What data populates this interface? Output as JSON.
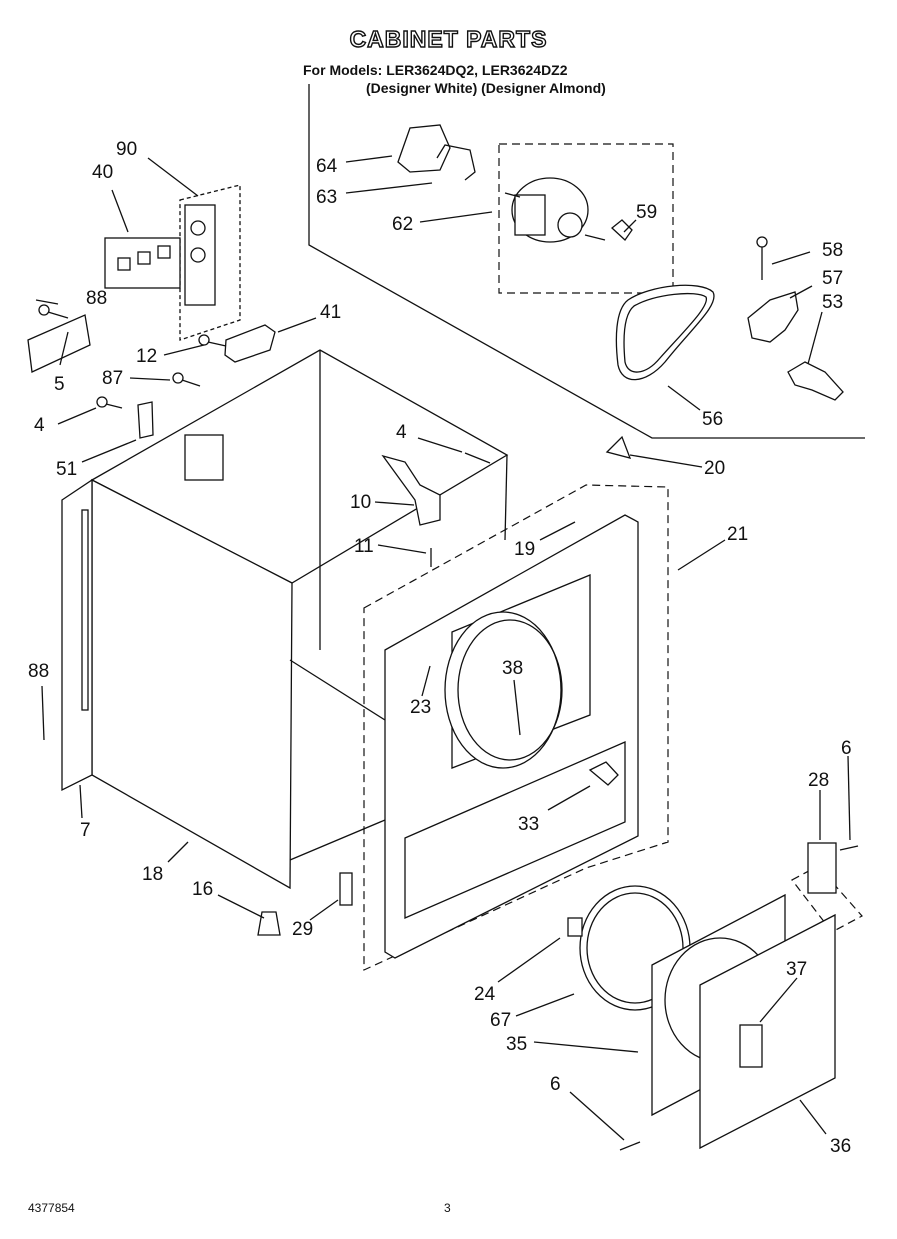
{
  "page": {
    "title": "CABINET PARTS",
    "models_line1": "For Models: LER3624DQ2, LER3624DZ2",
    "models_line2": "(Designer White) (Designer Almond)",
    "doc_number": "4377854",
    "page_number": "3"
  },
  "callouts": [
    {
      "id": "90",
      "text": "90"
    },
    {
      "id": "40",
      "text": "40"
    },
    {
      "id": "88a",
      "text": "88"
    },
    {
      "id": "5",
      "text": "5"
    },
    {
      "id": "12",
      "text": "12"
    },
    {
      "id": "87",
      "text": "87"
    },
    {
      "id": "4a",
      "text": "4"
    },
    {
      "id": "51",
      "text": "51"
    },
    {
      "id": "41",
      "text": "41"
    },
    {
      "id": "64",
      "text": "64"
    },
    {
      "id": "63",
      "text": "63"
    },
    {
      "id": "62",
      "text": "62"
    },
    {
      "id": "59",
      "text": "59"
    },
    {
      "id": "58",
      "text": "58"
    },
    {
      "id": "57",
      "text": "57"
    },
    {
      "id": "53",
      "text": "53"
    },
    {
      "id": "56",
      "text": "56"
    },
    {
      "id": "4b",
      "text": "4"
    },
    {
      "id": "20",
      "text": "20"
    },
    {
      "id": "10",
      "text": "10"
    },
    {
      "id": "11",
      "text": "11"
    },
    {
      "id": "19",
      "text": "19"
    },
    {
      "id": "21",
      "text": "21"
    },
    {
      "id": "88b",
      "text": "88"
    },
    {
      "id": "38",
      "text": "38"
    },
    {
      "id": "23",
      "text": "23"
    },
    {
      "id": "6a",
      "text": "6"
    },
    {
      "id": "28",
      "text": "28"
    },
    {
      "id": "7",
      "text": "7"
    },
    {
      "id": "33",
      "text": "33"
    },
    {
      "id": "18",
      "text": "18"
    },
    {
      "id": "16",
      "text": "16"
    },
    {
      "id": "29",
      "text": "29"
    },
    {
      "id": "37",
      "text": "37"
    },
    {
      "id": "24",
      "text": "24"
    },
    {
      "id": "67",
      "text": "67"
    },
    {
      "id": "35",
      "text": "35"
    },
    {
      "id": "6b",
      "text": "6"
    },
    {
      "id": "36",
      "text": "36"
    }
  ]
}
